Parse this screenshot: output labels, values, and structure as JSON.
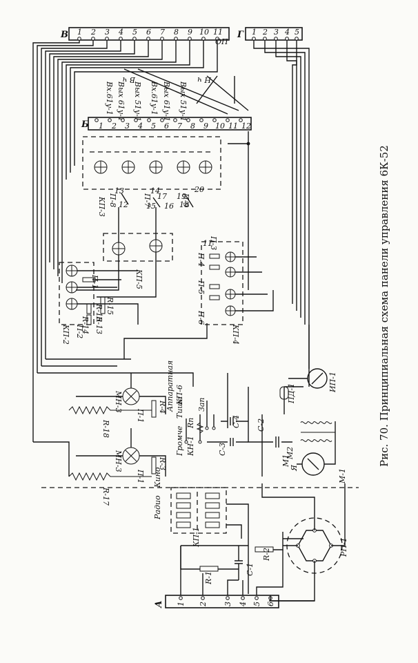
{
  "caption": "Рис. 70. Принципиальная схема панели управления 6К-52",
  "blocks": {
    "V": {
      "label": "В",
      "pins": [
        "1",
        "2",
        "3",
        "4",
        "5",
        "6",
        "7",
        "8",
        "9",
        "10",
        "11"
      ],
      "extra": "ОП"
    },
    "G": {
      "label": "Г",
      "pins": [
        "1",
        "2",
        "3",
        "4",
        "5"
      ]
    },
    "B": {
      "label": "Б",
      "pins": [
        "1",
        "2",
        "3",
        "4",
        "5",
        "6",
        "7",
        "8",
        "9",
        "10",
        "11",
        "12"
      ]
    },
    "A": {
      "label": "А",
      "pins": [
        "1",
        "2",
        "3",
        "4",
        "5",
        "6"
      ]
    }
  },
  "headings": {
    "vch": "В ч",
    "nch": "Н ч",
    "in1": "Вх.61у-1",
    "out1": "Вых 61у-1",
    "out2": "Вых 51у-1",
    "in2": "Вх.61у-1",
    "out3": "Вых 61у-1",
    "out4": "Вых 51у-1"
  },
  "switches": {
    "kp2": "КП-2",
    "kp3": "КП-3",
    "kp4": "КП-4",
    "kp5": "КП-5",
    "kp1": "КП-1",
    "kp6": "КП-6"
  },
  "parts": {
    "p1": "П-1",
    "p2": "П-2",
    "p3": "П-3",
    "p4": "П-4",
    "p5": "П-5",
    "p6": "П-6",
    "p7": "П-7",
    "p8": "П-8",
    "p9": "П-9",
    "r1": "R-1",
    "r2": "R-2",
    "r3": "R-3",
    "r4": "R-4",
    "r13": "R-13",
    "r14": "R-14",
    "r15": "R-15",
    "r16": "R-16",
    "r17": "R-17",
    "r18": "R-18",
    "mn3a": "МН-3",
    "mn3b": "МН-3",
    "p1a": "П-1",
    "p1b": "П-1",
    "c1": "С-1",
    "c2": "С-2",
    "c3": "С-3",
    "c4": "С-4",
    "kn1": "КН-1",
    "rn": "Rn",
    "zap": "Зап",
    "pd1": "ПД-1",
    "ip1": "ИП-1",
    "m1": "М-1",
    "m2": "М2",
    "ya": "Я",
    "m1b": "М1",
    "rp1": "РП-1"
  },
  "control": {
    "title": "Аппаратная",
    "loud": "Громче",
    "quiet": "Тише",
    "radio": "Радио",
    "kino": "Кино"
  },
  "nums": [
    "13",
    "14",
    "15",
    "16",
    "17",
    "18",
    "19",
    "20",
    "11",
    "12"
  ]
}
